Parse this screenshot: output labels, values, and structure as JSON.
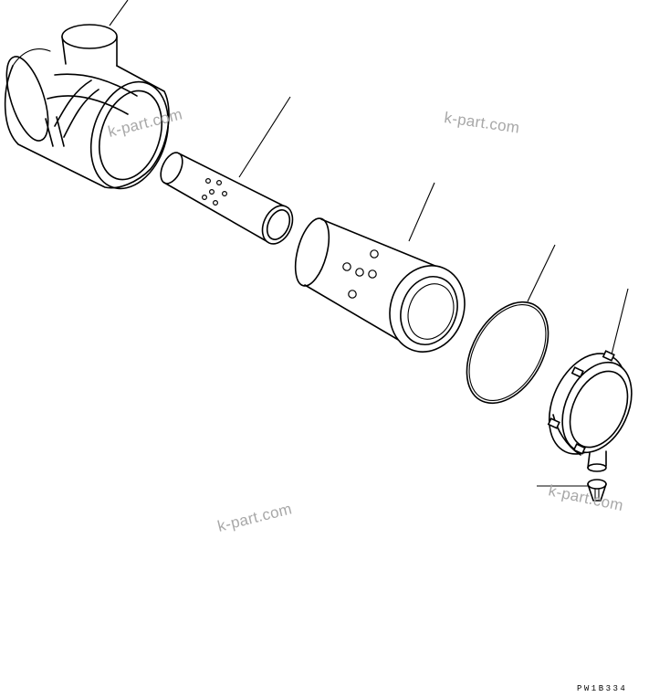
{
  "watermarks": [
    "k-part.com",
    "k-part.com",
    "k-part.com",
    "k-part.com"
  ],
  "drawing_code": "PW1B334"
}
